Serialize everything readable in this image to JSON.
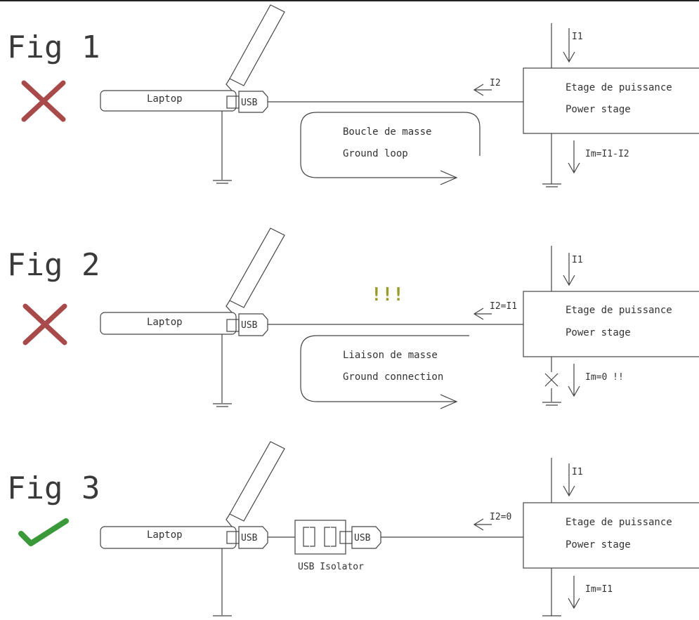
{
  "colors": {
    "cross": "#a84a4a",
    "check": "#3a9a3a",
    "warning": "#9a9a2a",
    "line": "#444444"
  },
  "fig1": {
    "title": "Fig 1",
    "status_icon": "cross-icon",
    "laptop": "Laptop",
    "usb": "USB",
    "i1": "I1",
    "i2": "I2",
    "stage_fr": "Etage de puissance",
    "stage_en": "Power stage",
    "loop_fr": "Boucle de masse",
    "loop_en": "Ground loop",
    "im": "Im=I1-I2"
  },
  "fig2": {
    "title": "Fig 2",
    "status_icon": "cross-icon",
    "laptop": "Laptop",
    "usb": "USB",
    "warning": "!!!",
    "i1": "I1",
    "i2": "I2=I1",
    "stage_fr": "Etage de puissance",
    "stage_en": "Power stage",
    "loop_fr": "Liaison de masse",
    "loop_en": "Ground connection",
    "im": "Im=0 !!"
  },
  "fig3": {
    "title": "Fig 3",
    "status_icon": "check-icon",
    "laptop": "Laptop",
    "usb": "USB",
    "usb2": "USB",
    "isolator": "USB Isolator",
    "i1": "I1",
    "i2": "I2=0",
    "stage_fr": "Etage de puissance",
    "stage_en": "Power stage",
    "im": "Im=I1"
  }
}
